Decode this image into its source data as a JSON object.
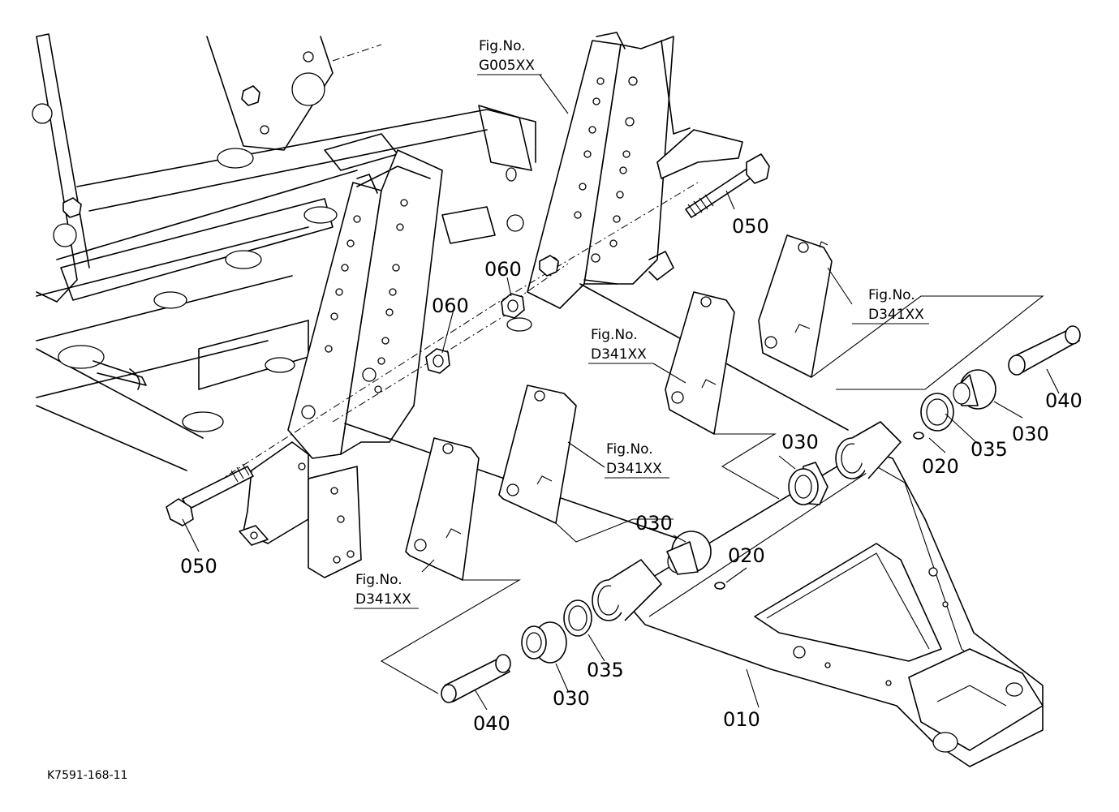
{
  "part_numbers": {
    "p010": "010",
    "p020_upper": "020",
    "p020_lower": "020",
    "p030_left_front": "030",
    "p030_right_rear": "030",
    "p030_mid": "030",
    "p030_bottom": "030",
    "p035_upper": "035",
    "p035_lower": "035",
    "p040_upper": "040",
    "p040_lower": "040",
    "p050_upper": "050",
    "p050_lower": "050",
    "p060_upper": "060",
    "p060_lower": "060"
  },
  "figure_refs": {
    "g005": {
      "label": "Fig.No.",
      "code": "G005XX"
    },
    "d341_top_right": {
      "label": "Fig.No.",
      "code": "D341XX"
    },
    "d341_center": {
      "label": "Fig.No.",
      "code": "D341XX"
    },
    "d341_mid": {
      "label": "Fig.No.",
      "code": "D341XX"
    },
    "d341_bottom_left": {
      "label": "Fig.No.",
      "code": "D341XX"
    }
  },
  "diagram_code": "K7591-168-11"
}
